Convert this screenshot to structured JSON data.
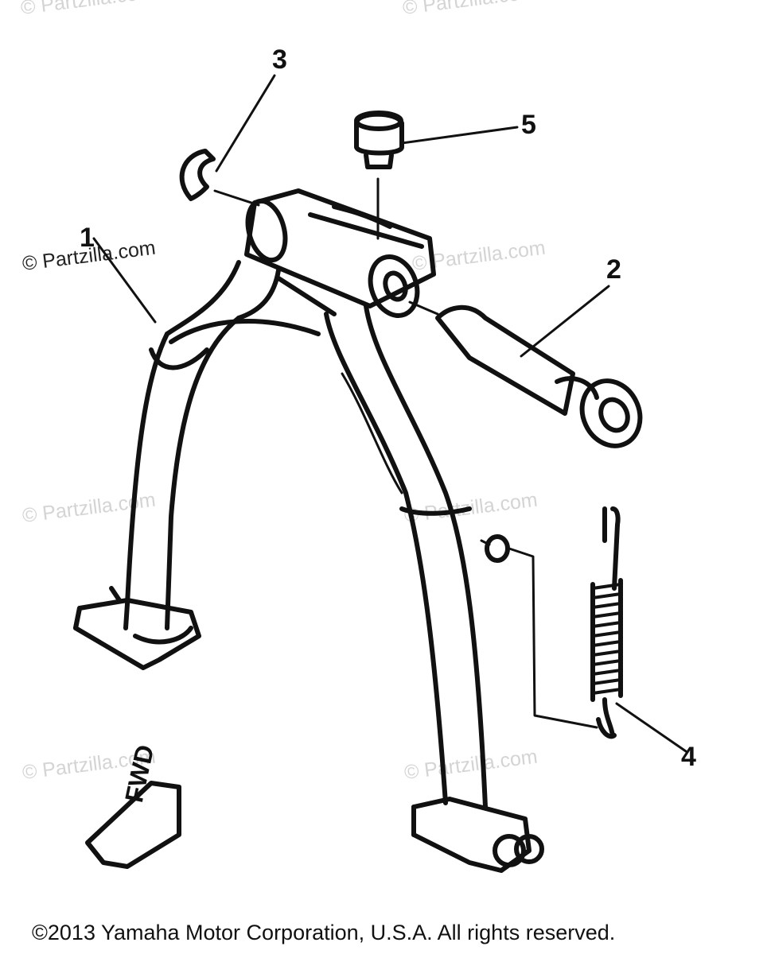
{
  "watermarks": {
    "text": "© Partzilla.com"
  },
  "callouts": {
    "c1": "1",
    "c2": "2",
    "c3": "3",
    "c4": "4",
    "c5": "5"
  },
  "fwd_arrow": {
    "label": "FWD"
  },
  "footer": {
    "copyright": "©2013  Yamaha Motor Corporation, U.S.A. All rights reserved."
  }
}
